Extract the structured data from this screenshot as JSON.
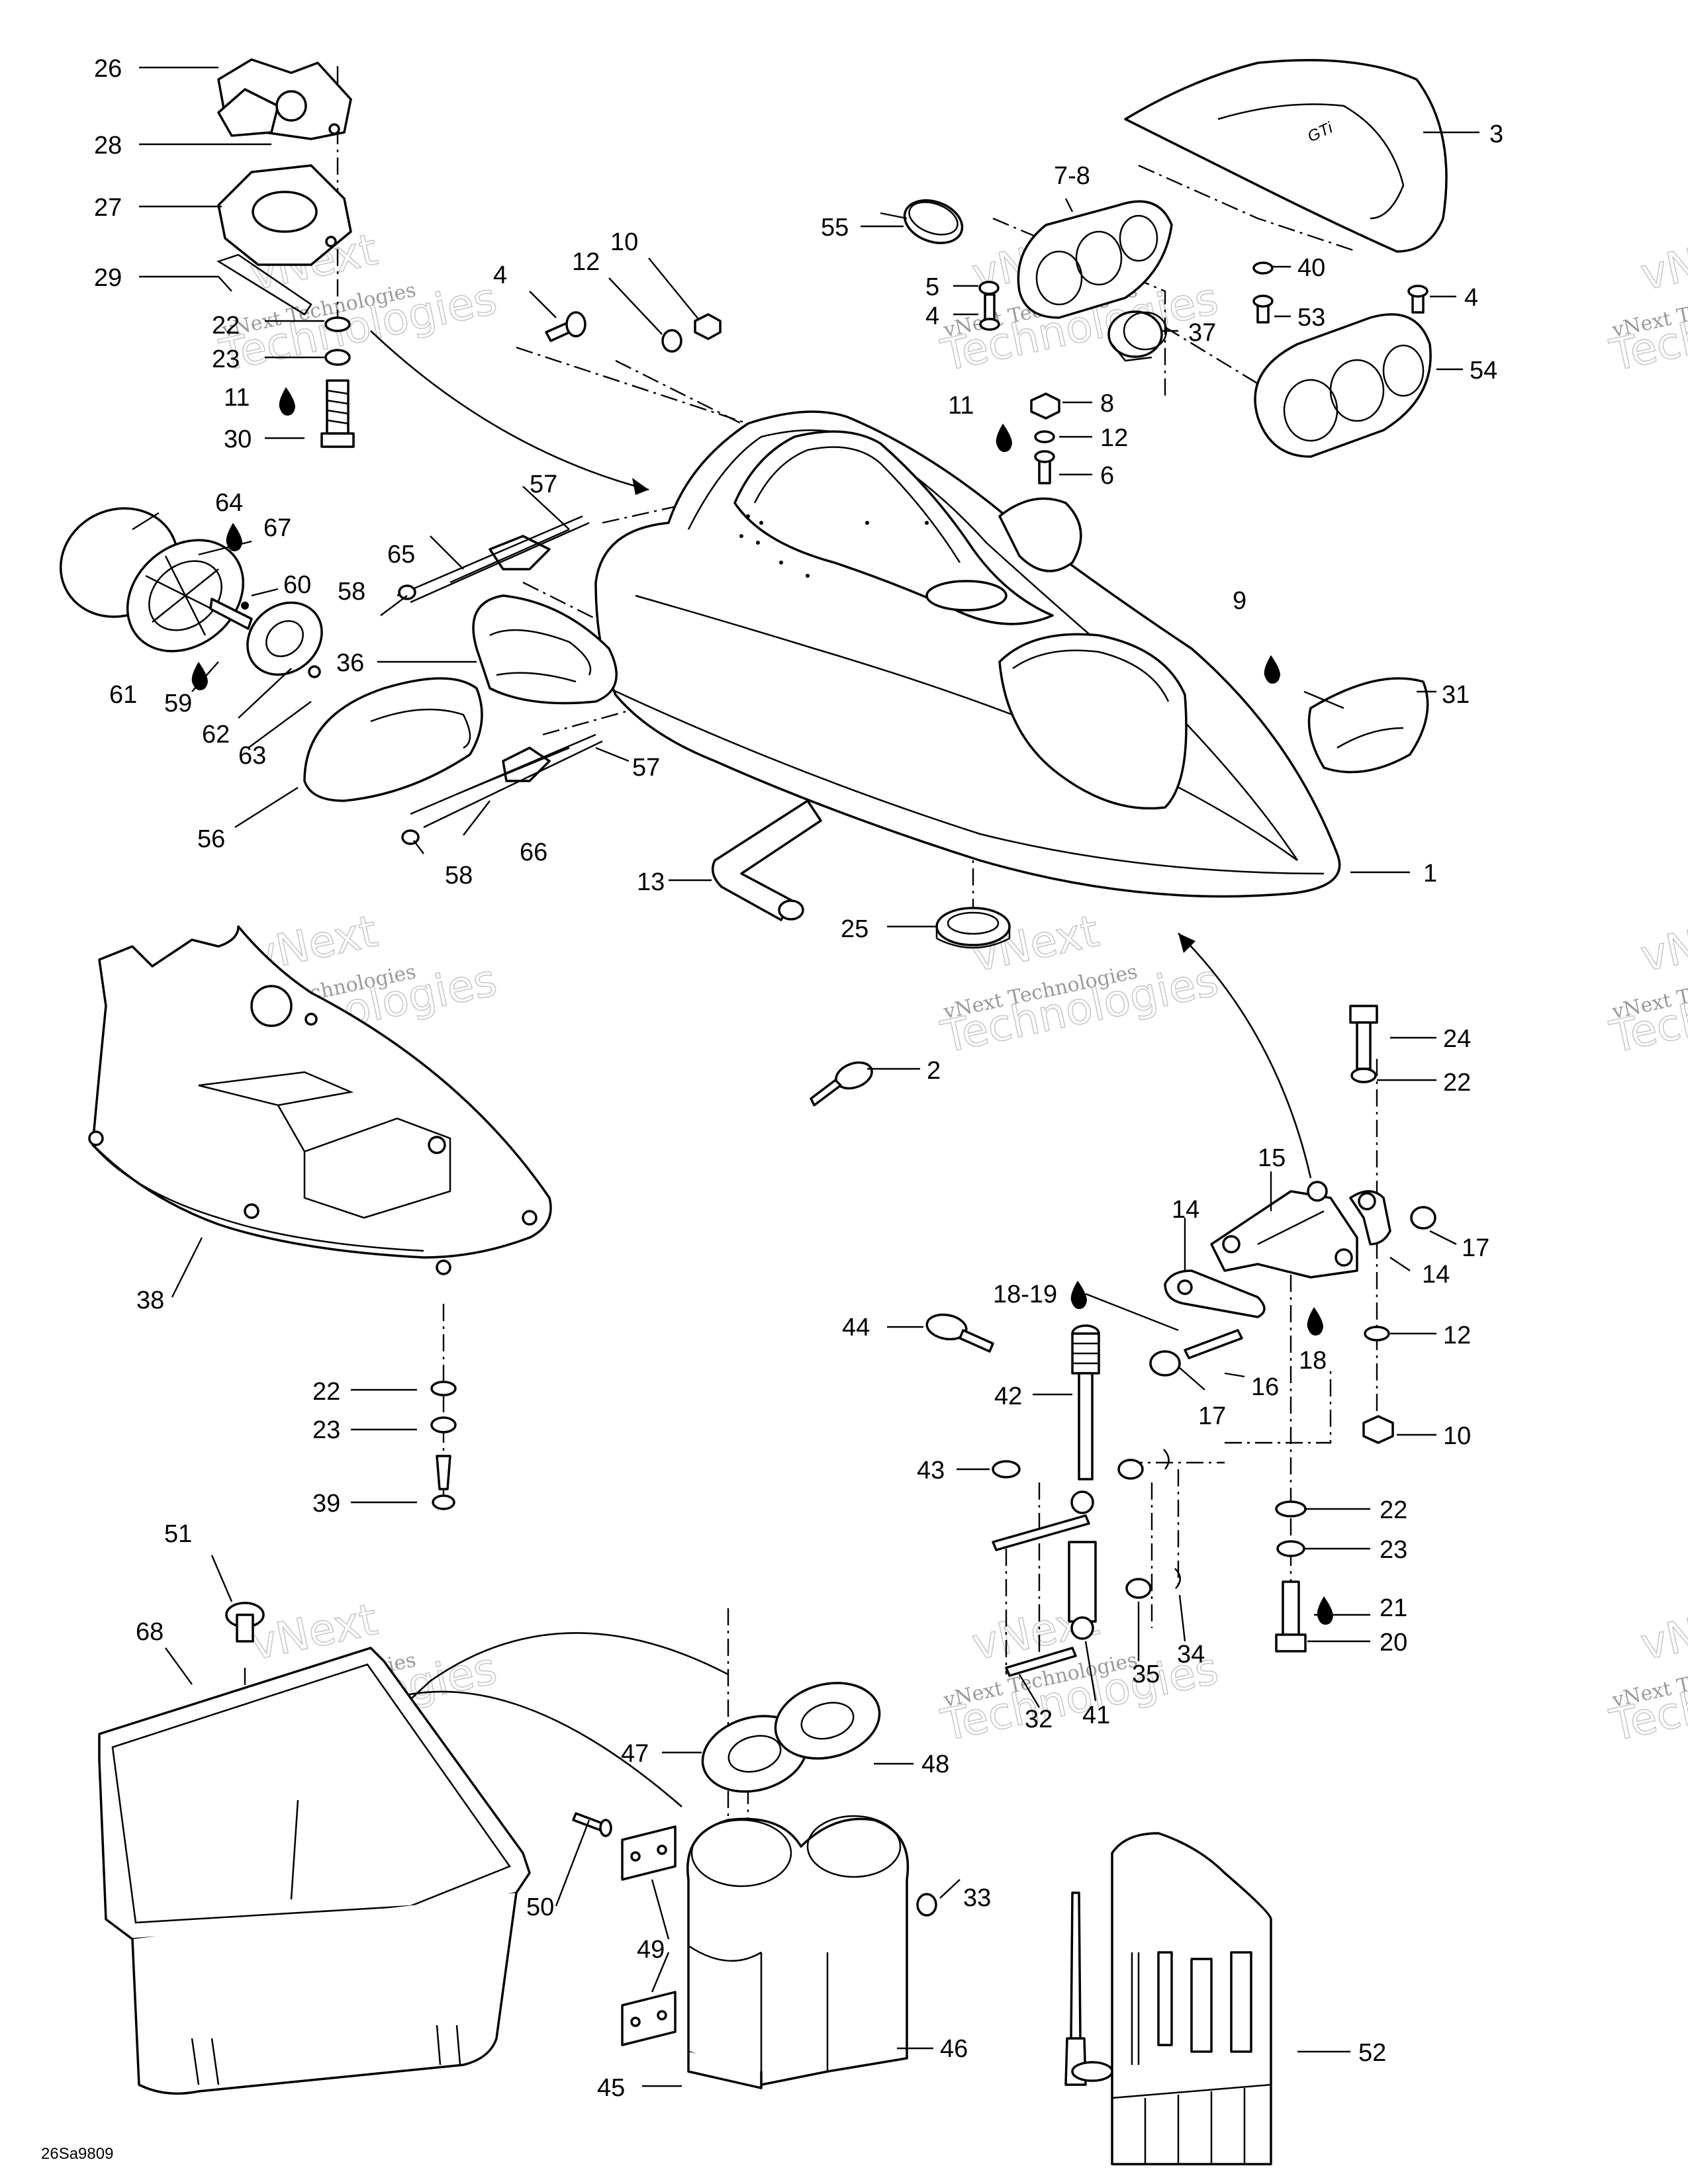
{
  "diagram": {
    "figure_code": "26Sa9809",
    "watermark": {
      "brand": "vNext",
      "company": "Technologies",
      "full": "vNext Technologies"
    },
    "callouts": {
      "c1": "1",
      "c2": "2",
      "c3": "3",
      "c4a": "4",
      "c4b": "4",
      "c4c": "4",
      "c5": "5",
      "c6": "6",
      "c78": "7-8",
      "c8": "8",
      "c9": "9",
      "c10a": "10",
      "c10b": "10",
      "c11a": "11",
      "c11b": "11",
      "c12a": "12",
      "c12b": "12",
      "c12c": "12",
      "c13": "13",
      "c14a": "14",
      "c14b": "14",
      "c15": "15",
      "c16": "16",
      "c17a": "17",
      "c17b": "17",
      "c18": "18",
      "c1819": "18-19",
      "c20": "20",
      "c21": "21",
      "c22a": "22",
      "c22b": "22",
      "c22c": "22",
      "c22d": "22",
      "c23a": "23",
      "c23b": "23",
      "c23c": "23",
      "c24": "24",
      "c25": "25",
      "c26": "26",
      "c27": "27",
      "c28": "28",
      "c29": "29",
      "c30": "30",
      "c31": "31",
      "c32": "32",
      "c33": "33",
      "c34": "34",
      "c35": "35",
      "c36": "36",
      "c37": "37",
      "c38": "38",
      "c39": "39",
      "c40": "40",
      "c41": "41",
      "c42": "42",
      "c43": "43",
      "c44": "44",
      "c45": "45",
      "c46": "46",
      "c47": "47",
      "c48": "48",
      "c49": "49",
      "c50": "50",
      "c51": "51",
      "c52": "52",
      "c53": "53",
      "c54": "54",
      "c55": "55",
      "c56": "56",
      "c57a": "57",
      "c57b": "57",
      "c58a": "58",
      "c58b": "58",
      "c59": "59",
      "c60": "60",
      "c61": "61",
      "c62": "62",
      "c63": "63",
      "c64": "64",
      "c65": "65",
      "c66": "66",
      "c67": "67",
      "c68": "68"
    }
  }
}
